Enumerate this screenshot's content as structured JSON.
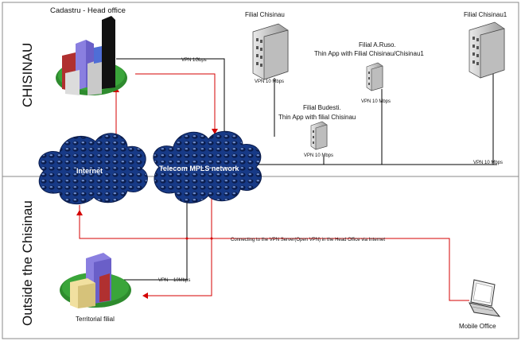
{
  "zones": {
    "top_label": "CHISINAU",
    "bottom_label": "Outside the Chisinau"
  },
  "sites": {
    "head_office": "Cadastru - Head office",
    "filial_chisinau": "Filial Chisinau",
    "filial_chisinau1": "Filial Chisinau1",
    "filial_aruso_line1": "Filial A.Ruso.",
    "filial_aruso_line2": "Thin App with Filial Chisinau/Chisinau1",
    "filial_budesti_line1": "Filial Budesti.",
    "filial_budesti_line2": "Thin App with filial Chisinau",
    "territorial": "Territorial filial",
    "mobile": "Mobile Office"
  },
  "clouds": {
    "internet": "Internet",
    "mpls": "Telecom MPLS network"
  },
  "links": {
    "vpn_1gbps": "VPN 1Gbps",
    "vpn_10mbps_chisinau": "VPN 10 Mbps",
    "vpn_10mbps_aruso": "VPN 10 Mbps",
    "vpn_10mbps_budesti": "VPN 10 Mbps",
    "vpn_10mbps_chisinau1": "VPN 10 Mbps",
    "vpn_territorial": "VPN – 10Mbps",
    "vpn_server_note": "Connecting to the VPN Server(Open VPN) in the Head Office via Internet"
  },
  "colors": {
    "red_link": "#d40000",
    "black_link": "#000000",
    "cloud": "#1d3f8c"
  }
}
